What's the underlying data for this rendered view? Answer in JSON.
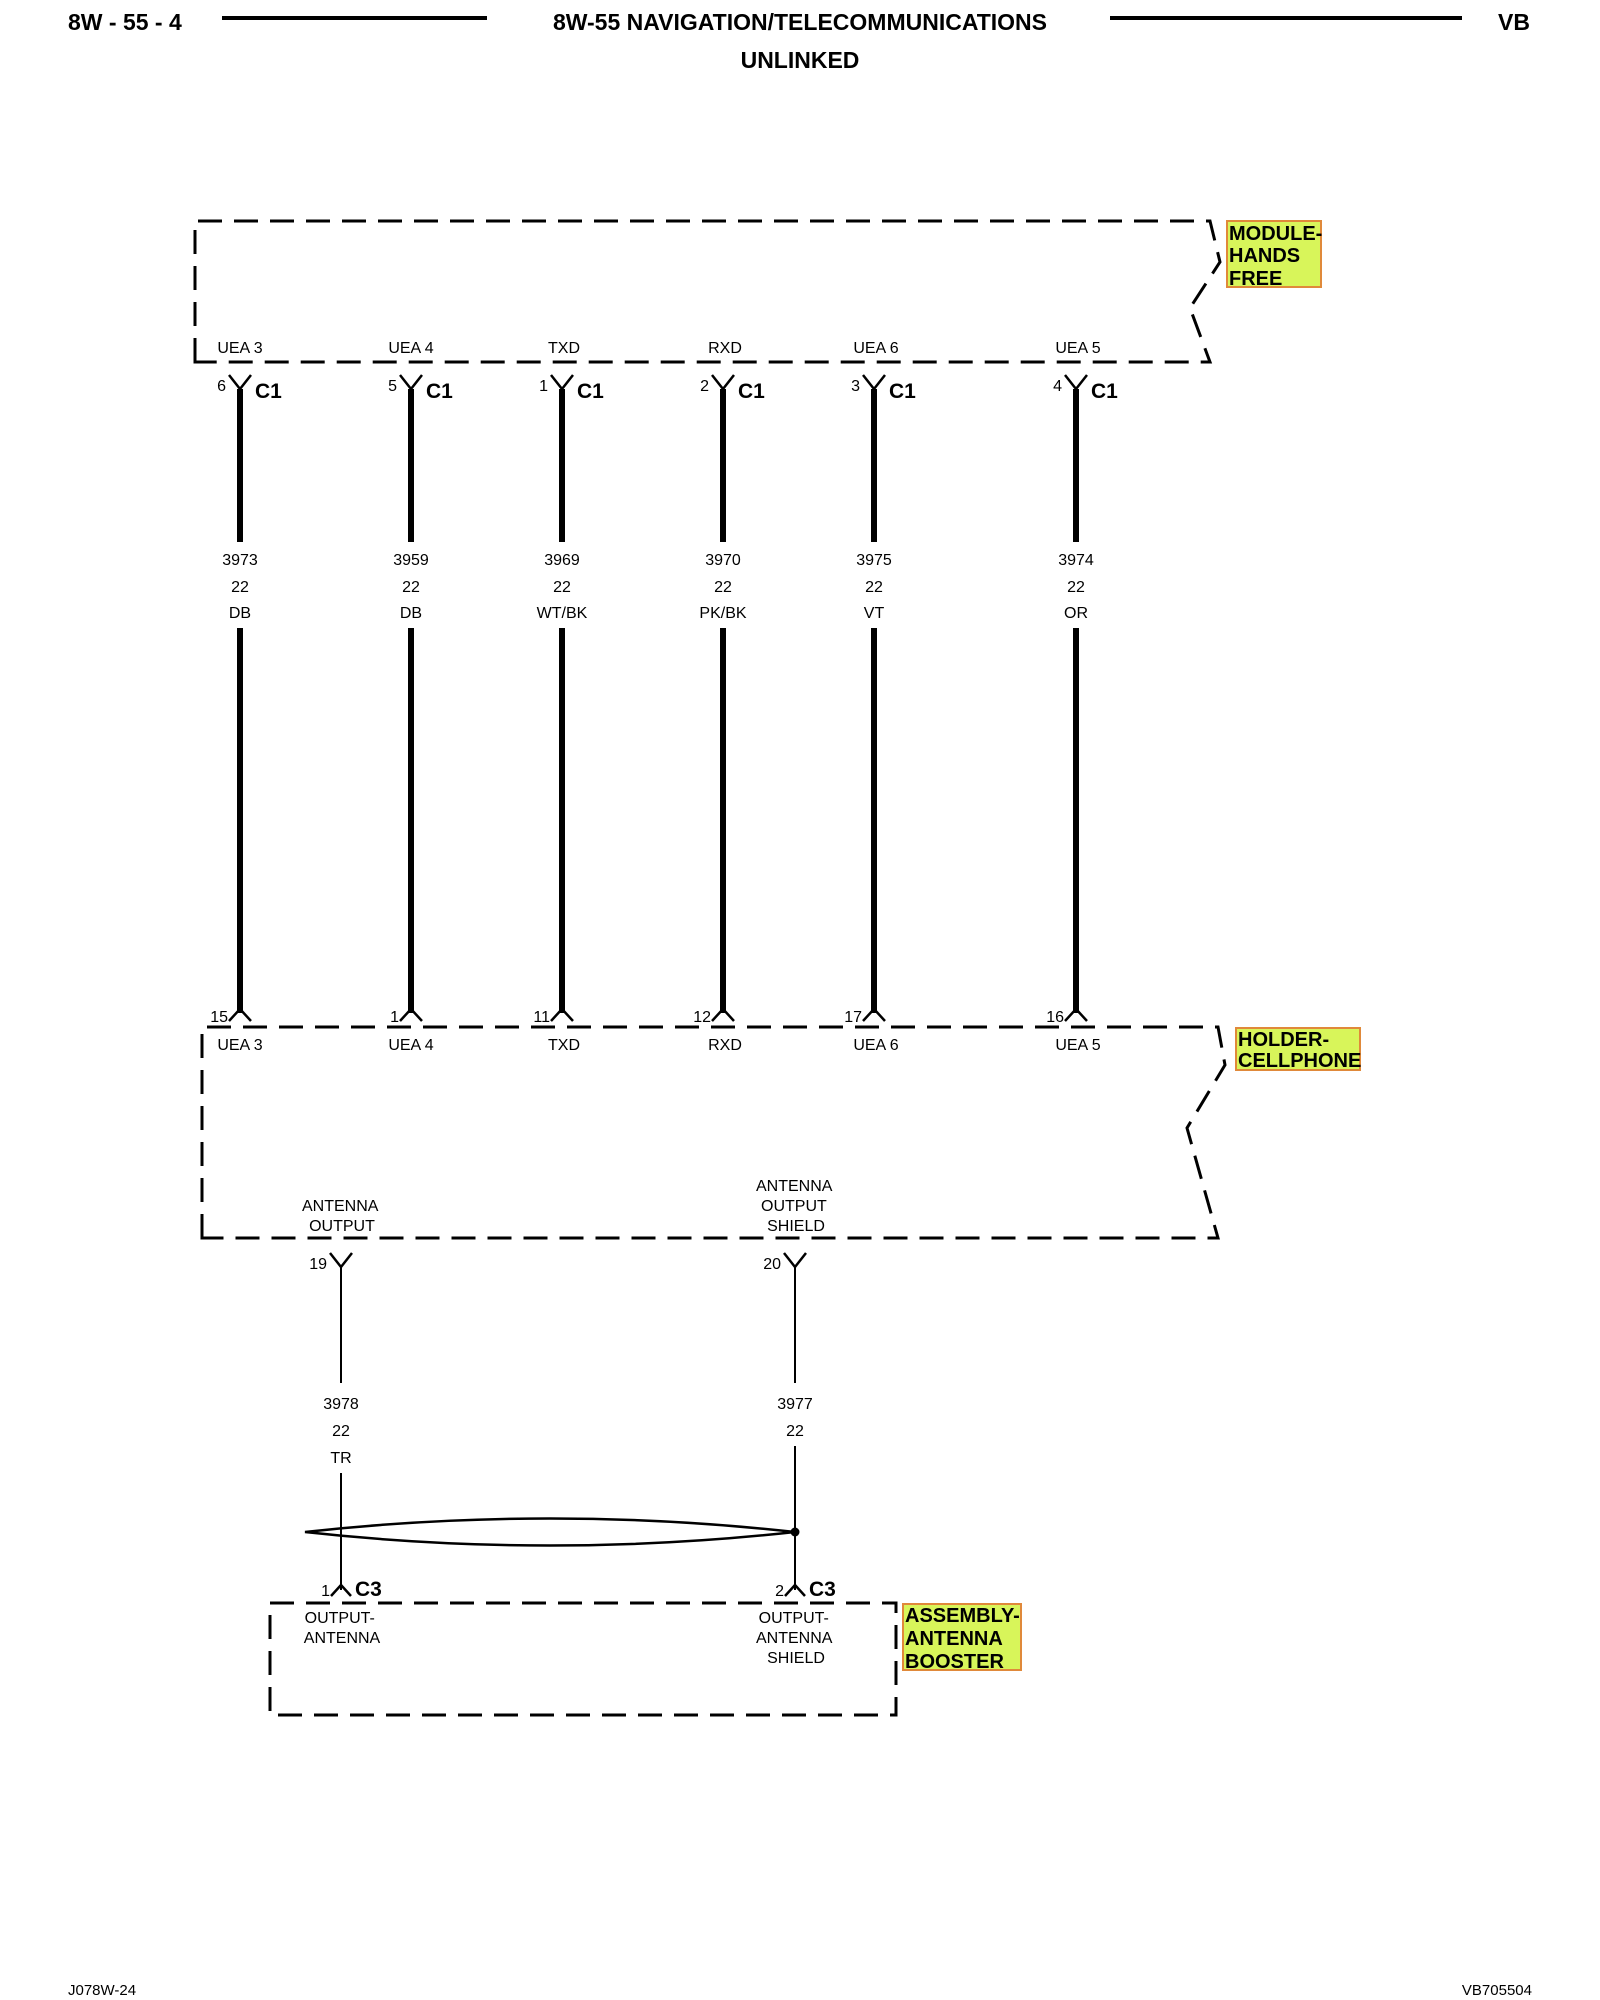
{
  "header": {
    "page_code": "8W - 55 - 4",
    "title": "8W-55 NAVIGATION/TELECOMMUNICATIONS",
    "subtitle": "UNLINKED",
    "model": "VB"
  },
  "components": {
    "module_hands_free": [
      "MODULE-",
      "HANDS",
      "FREE"
    ],
    "holder_cellphone": [
      "HOLDER-",
      "CELLPHONE"
    ],
    "assembly_antenna_booster": [
      "ASSEMBLY-",
      "ANTENNA",
      "BOOSTER"
    ]
  },
  "circuits": [
    {
      "top_label": "UEA 3",
      "top_pin": "6",
      "top_conn": "C1",
      "number": "3973",
      "gauge": "22",
      "color": "DB",
      "bottom_pin": "15",
      "bottom_label": "UEA 3"
    },
    {
      "top_label": "UEA 4",
      "top_pin": "5",
      "top_conn": "C1",
      "number": "3959",
      "gauge": "22",
      "color": "DB",
      "bottom_pin": "1",
      "bottom_label": "UEA 4"
    },
    {
      "top_label": "TXD",
      "top_pin": "1",
      "top_conn": "C1",
      "number": "3969",
      "gauge": "22",
      "color": "WT/BK",
      "bottom_pin": "11",
      "bottom_label": "TXD"
    },
    {
      "top_label": "RXD",
      "top_pin": "2",
      "top_conn": "C1",
      "number": "3970",
      "gauge": "22",
      "color": "PK/BK",
      "bottom_pin": "12",
      "bottom_label": "RXD"
    },
    {
      "top_label": "UEA 6",
      "top_pin": "3",
      "top_conn": "C1",
      "number": "3975",
      "gauge": "22",
      "color": "VT",
      "bottom_pin": "17",
      "bottom_label": "UEA 6"
    },
    {
      "top_label": "UEA 5",
      "top_pin": "4",
      "top_conn": "C1",
      "number": "3974",
      "gauge": "22",
      "color": "OR",
      "bottom_pin": "16",
      "bottom_label": "UEA 5"
    }
  ],
  "antenna_circuits": [
    {
      "holder_label": [
        "ANTENNA",
        "OUTPUT"
      ],
      "holder_pin": "19",
      "number": "3978",
      "gauge": "22",
      "color": "TR",
      "booster_pin": "1",
      "booster_conn": "C3",
      "booster_label": [
        "OUTPUT-",
        "ANTENNA"
      ]
    },
    {
      "holder_label": [
        "ANTENNA",
        "OUTPUT",
        "SHIELD"
      ],
      "holder_pin": "20",
      "number": "3977",
      "gauge": "22",
      "color": "",
      "booster_pin": "2",
      "booster_conn": "C3",
      "booster_label": [
        "OUTPUT-",
        "ANTENNA",
        "SHIELD"
      ]
    }
  ],
  "footer": {
    "left": "J078W-24",
    "right": "VB705504"
  }
}
